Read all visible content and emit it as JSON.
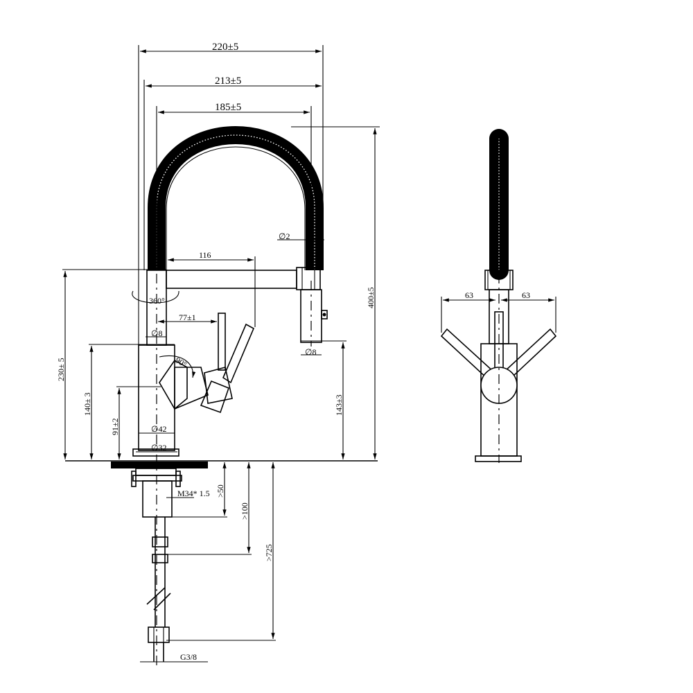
{
  "dimensions": {
    "d220": "220±5",
    "d213": "213±5",
    "d185": "185±5",
    "d116": "116",
    "d77": "77±1",
    "d400": "400±5",
    "d230": "230±  5",
    "d140": "140±  3",
    "d91": "91±2",
    "d143": "143±3",
    "d63_left": "63",
    "d63_right": "63",
    "dia2": "∅2",
    "dia8_top": "∅8",
    "dia8_spray": "∅8",
    "dia42": "∅42",
    "dia32": "∅32",
    "m34": "M34* 1.5",
    "gt50": ">50",
    "gt100": ">100",
    "gt725": ">725",
    "g38": "G3/8",
    "angle360": "360°",
    "angle90": "90°"
  }
}
